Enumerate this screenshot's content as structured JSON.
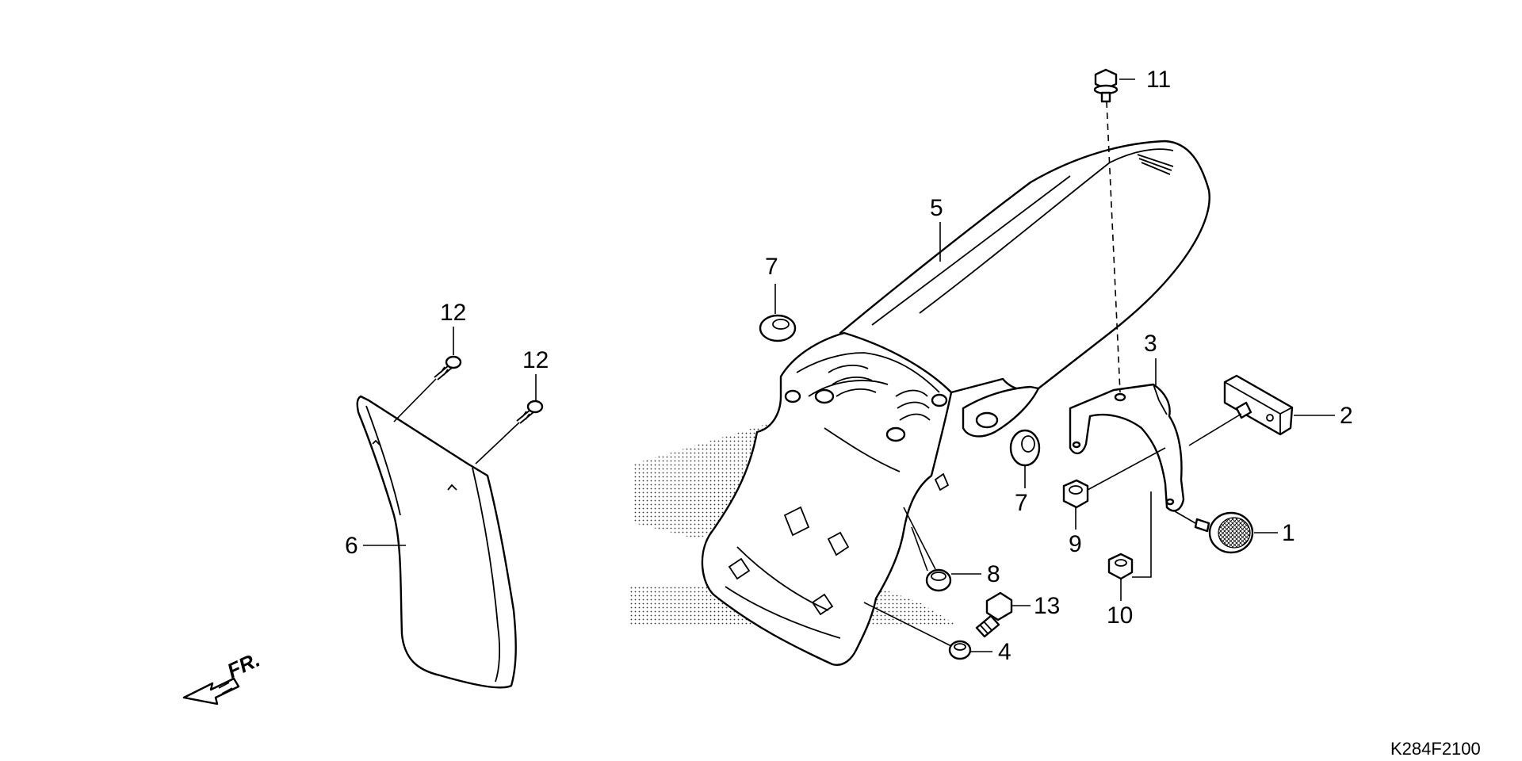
{
  "diagram": {
    "code": "K284F2100",
    "front_label": "FR.",
    "callouts": [
      {
        "id": "c1",
        "label": "1"
      },
      {
        "id": "c2",
        "label": "2"
      },
      {
        "id": "c3",
        "label": "3"
      },
      {
        "id": "c4",
        "label": "4"
      },
      {
        "id": "c5",
        "label": "5"
      },
      {
        "id": "c6",
        "label": "6"
      },
      {
        "id": "c7a",
        "label": "7"
      },
      {
        "id": "c7b",
        "label": "7"
      },
      {
        "id": "c8",
        "label": "8"
      },
      {
        "id": "c9",
        "label": "9"
      },
      {
        "id": "c10",
        "label": "10"
      },
      {
        "id": "c11",
        "label": "11"
      },
      {
        "id": "c12a",
        "label": "12"
      },
      {
        "id": "c12b",
        "label": "12"
      },
      {
        "id": "c13",
        "label": "13"
      }
    ]
  }
}
